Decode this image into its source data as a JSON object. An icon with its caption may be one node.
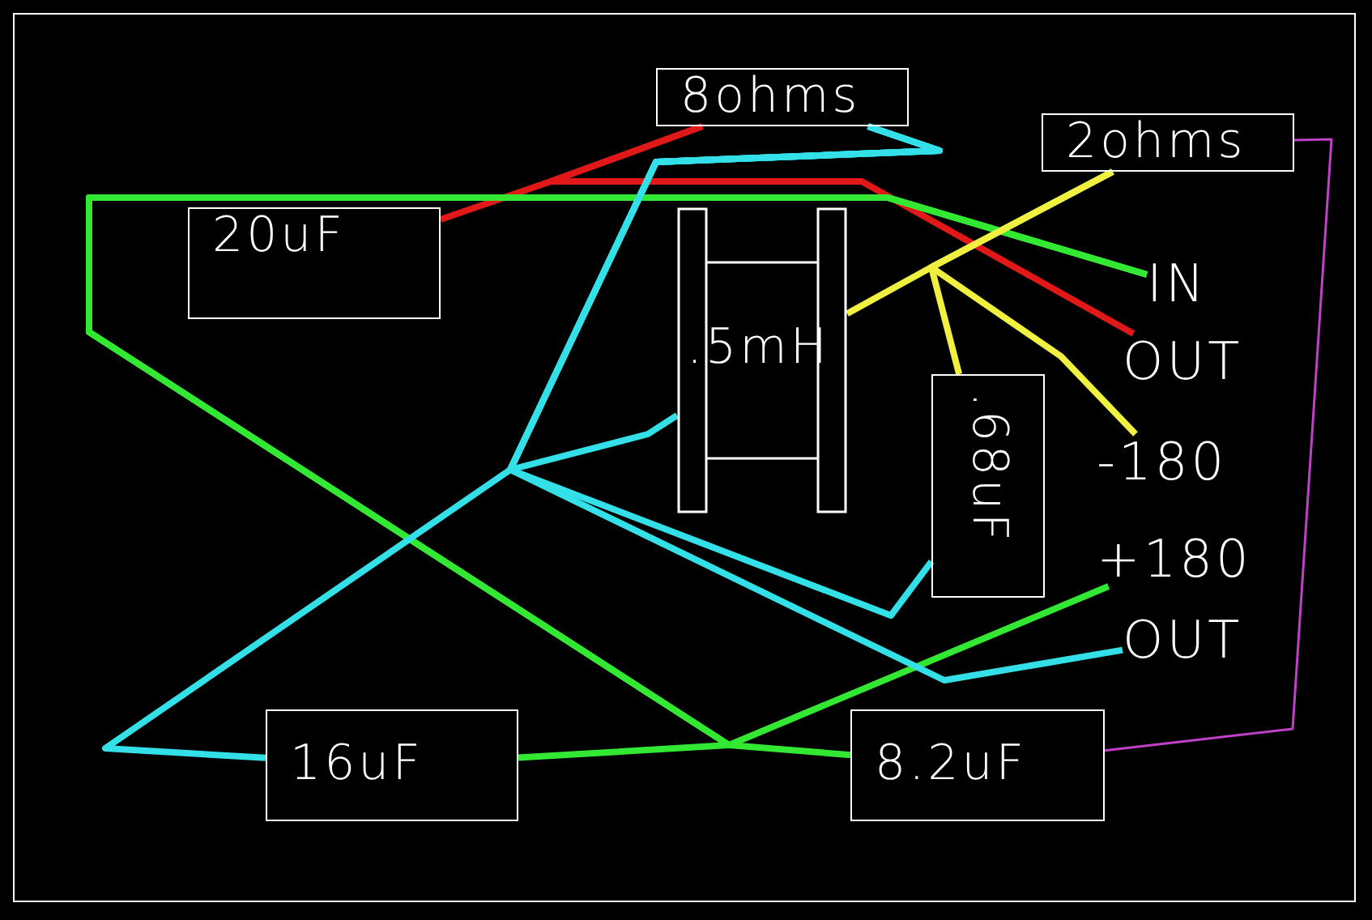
{
  "diagram": {
    "nodes": [
      {
        "text": [
          "8ohms"
        ]
      },
      {
        "text": [
          "2ohms"
        ]
      },
      {
        "text": [
          "20uF"
        ]
      },
      {
        "text": [
          ".5mH"
        ]
      },
      {
        "text": [
          "IN"
        ]
      },
      {
        "text": [
          "OUT"
        ]
      },
      {
        "text": [
          ".68uF"
        ]
      },
      {
        "text": [
          "-180"
        ]
      },
      {
        "text": [
          "+180"
        ]
      },
      {
        "text": [
          "OUT"
        ]
      },
      {
        "text": [
          "16uF"
        ]
      },
      {
        "text": [
          "8.2uF"
        ]
      }
    ],
    "edges": [
      {
        "from": 0,
        "to": 2,
        "arrow": "none",
        "color": "#e01818"
      },
      {
        "from": 0,
        "to": 5,
        "arrow": "none",
        "color": "#e01818"
      },
      {
        "from": 4,
        "to": 10,
        "arrow": "none",
        "color": "#33e833"
      },
      {
        "from": 4,
        "to": 11,
        "arrow": "none",
        "color": "#33e833"
      },
      {
        "from": 4,
        "to": 8,
        "arrow": "none",
        "color": "#33e833"
      },
      {
        "from": 0,
        "to": 3,
        "arrow": "none",
        "color": "#33e0e8"
      },
      {
        "from": 0,
        "to": 10,
        "arrow": "none",
        "color": "#33e0e8"
      },
      {
        "from": 0,
        "to": 6,
        "arrow": "none",
        "color": "#33e0e8"
      },
      {
        "from": 0,
        "to": 9,
        "arrow": "none",
        "color": "#33e0e8"
      },
      {
        "from": 1,
        "to": 3,
        "arrow": "none",
        "color": "#f0f040"
      },
      {
        "from": 1,
        "to": 6,
        "arrow": "none",
        "color": "#f0f040"
      },
      {
        "from": 1,
        "to": 7,
        "arrow": "none",
        "color": "#f0f040"
      },
      {
        "from": 1,
        "to": 11,
        "arrow": "none",
        "color": "#c040c8"
      }
    ]
  }
}
